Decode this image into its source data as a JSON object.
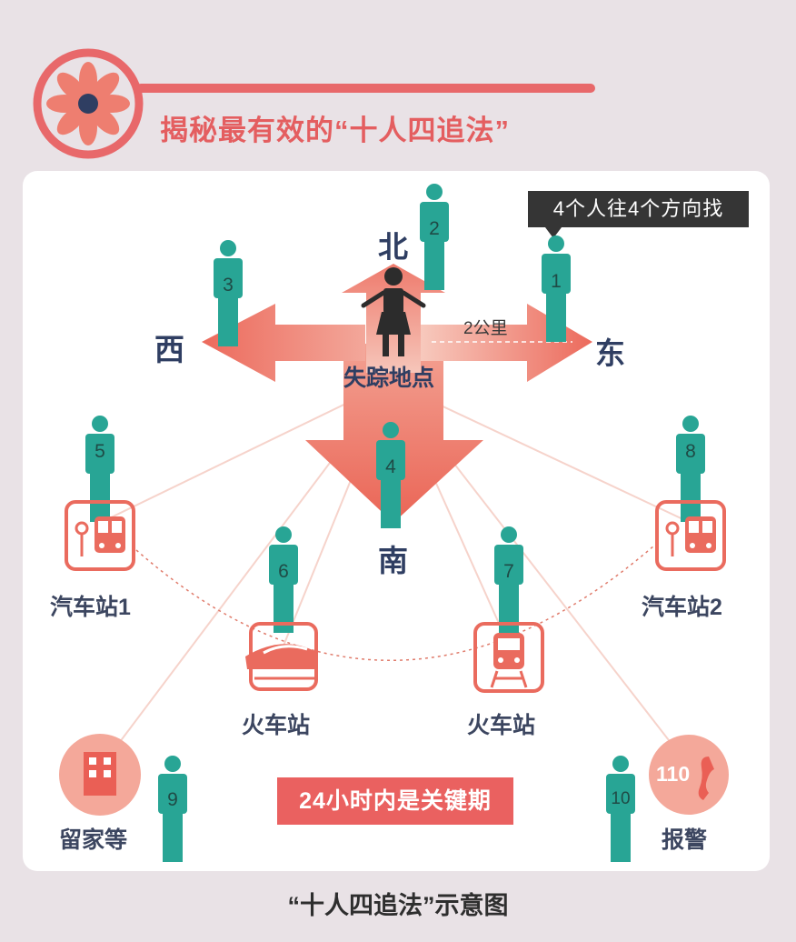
{
  "header": {
    "title": "揭秘最有效的“十人四追法”"
  },
  "callout": "4个人往4个方向找",
  "directions": {
    "north": "北",
    "south": "南",
    "west": "西",
    "east": "东"
  },
  "missing_point": "失踪地点",
  "distance": "2公里",
  "persons": [
    "1",
    "2",
    "3",
    "4",
    "5",
    "6",
    "7",
    "8",
    "9",
    "10"
  ],
  "places": {
    "bus_station_1": "汽车站1",
    "bus_station_2": "汽车站2",
    "train_station_1": "火车站",
    "train_station_2": "火车站",
    "stay_home": "留家等",
    "report_police": "报警",
    "police_number": "110"
  },
  "critical_period": "24小时内是关键期",
  "caption": "“十人四追法”示意图",
  "colors": {
    "accent": "#ea6160",
    "teal": "#2aa99a",
    "navy": "#2f3e62",
    "background": "#e9e2e6"
  }
}
